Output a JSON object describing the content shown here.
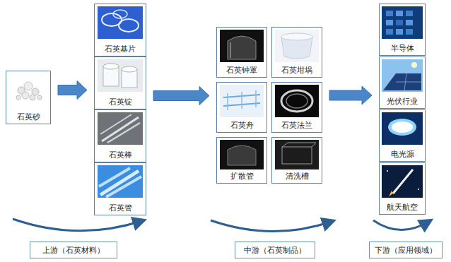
{
  "diagram": {
    "nodes": [
      {
        "text": [
          "石英砂"
        ]
      },
      {
        "text": [
          "石英基片"
        ]
      },
      {
        "text": [
          "石英锭"
        ]
      },
      {
        "text": [
          "石英棒"
        ]
      },
      {
        "text": [
          "石英管"
        ]
      },
      {
        "text": [
          "石英钟罩"
        ]
      },
      {
        "text": [
          "石英坩埚"
        ]
      },
      {
        "text": [
          "石英舟"
        ]
      },
      {
        "text": [
          "石英法兰"
        ]
      },
      {
        "text": [
          "扩散管"
        ]
      },
      {
        "text": [
          "清洗槽"
        ]
      },
      {
        "text": [
          "半导体"
        ]
      },
      {
        "text": [
          "光伏行业"
        ]
      },
      {
        "text": [
          "电光源"
        ]
      },
      {
        "text": [
          "航天航空"
        ]
      },
      {
        "text": [
          "上游（石英材料）"
        ]
      },
      {
        "text": [
          "中游（石英制品）"
        ]
      },
      {
        "text": [
          "下游（应用领域）"
        ]
      }
    ],
    "edges": [
      {
        "from": 0,
        "to": 2,
        "arrow": "to"
      },
      {
        "from": 2,
        "to": 7,
        "arrow": "to"
      },
      {
        "from": 8,
        "to": 12,
        "arrow": "to"
      }
    ]
  }
}
